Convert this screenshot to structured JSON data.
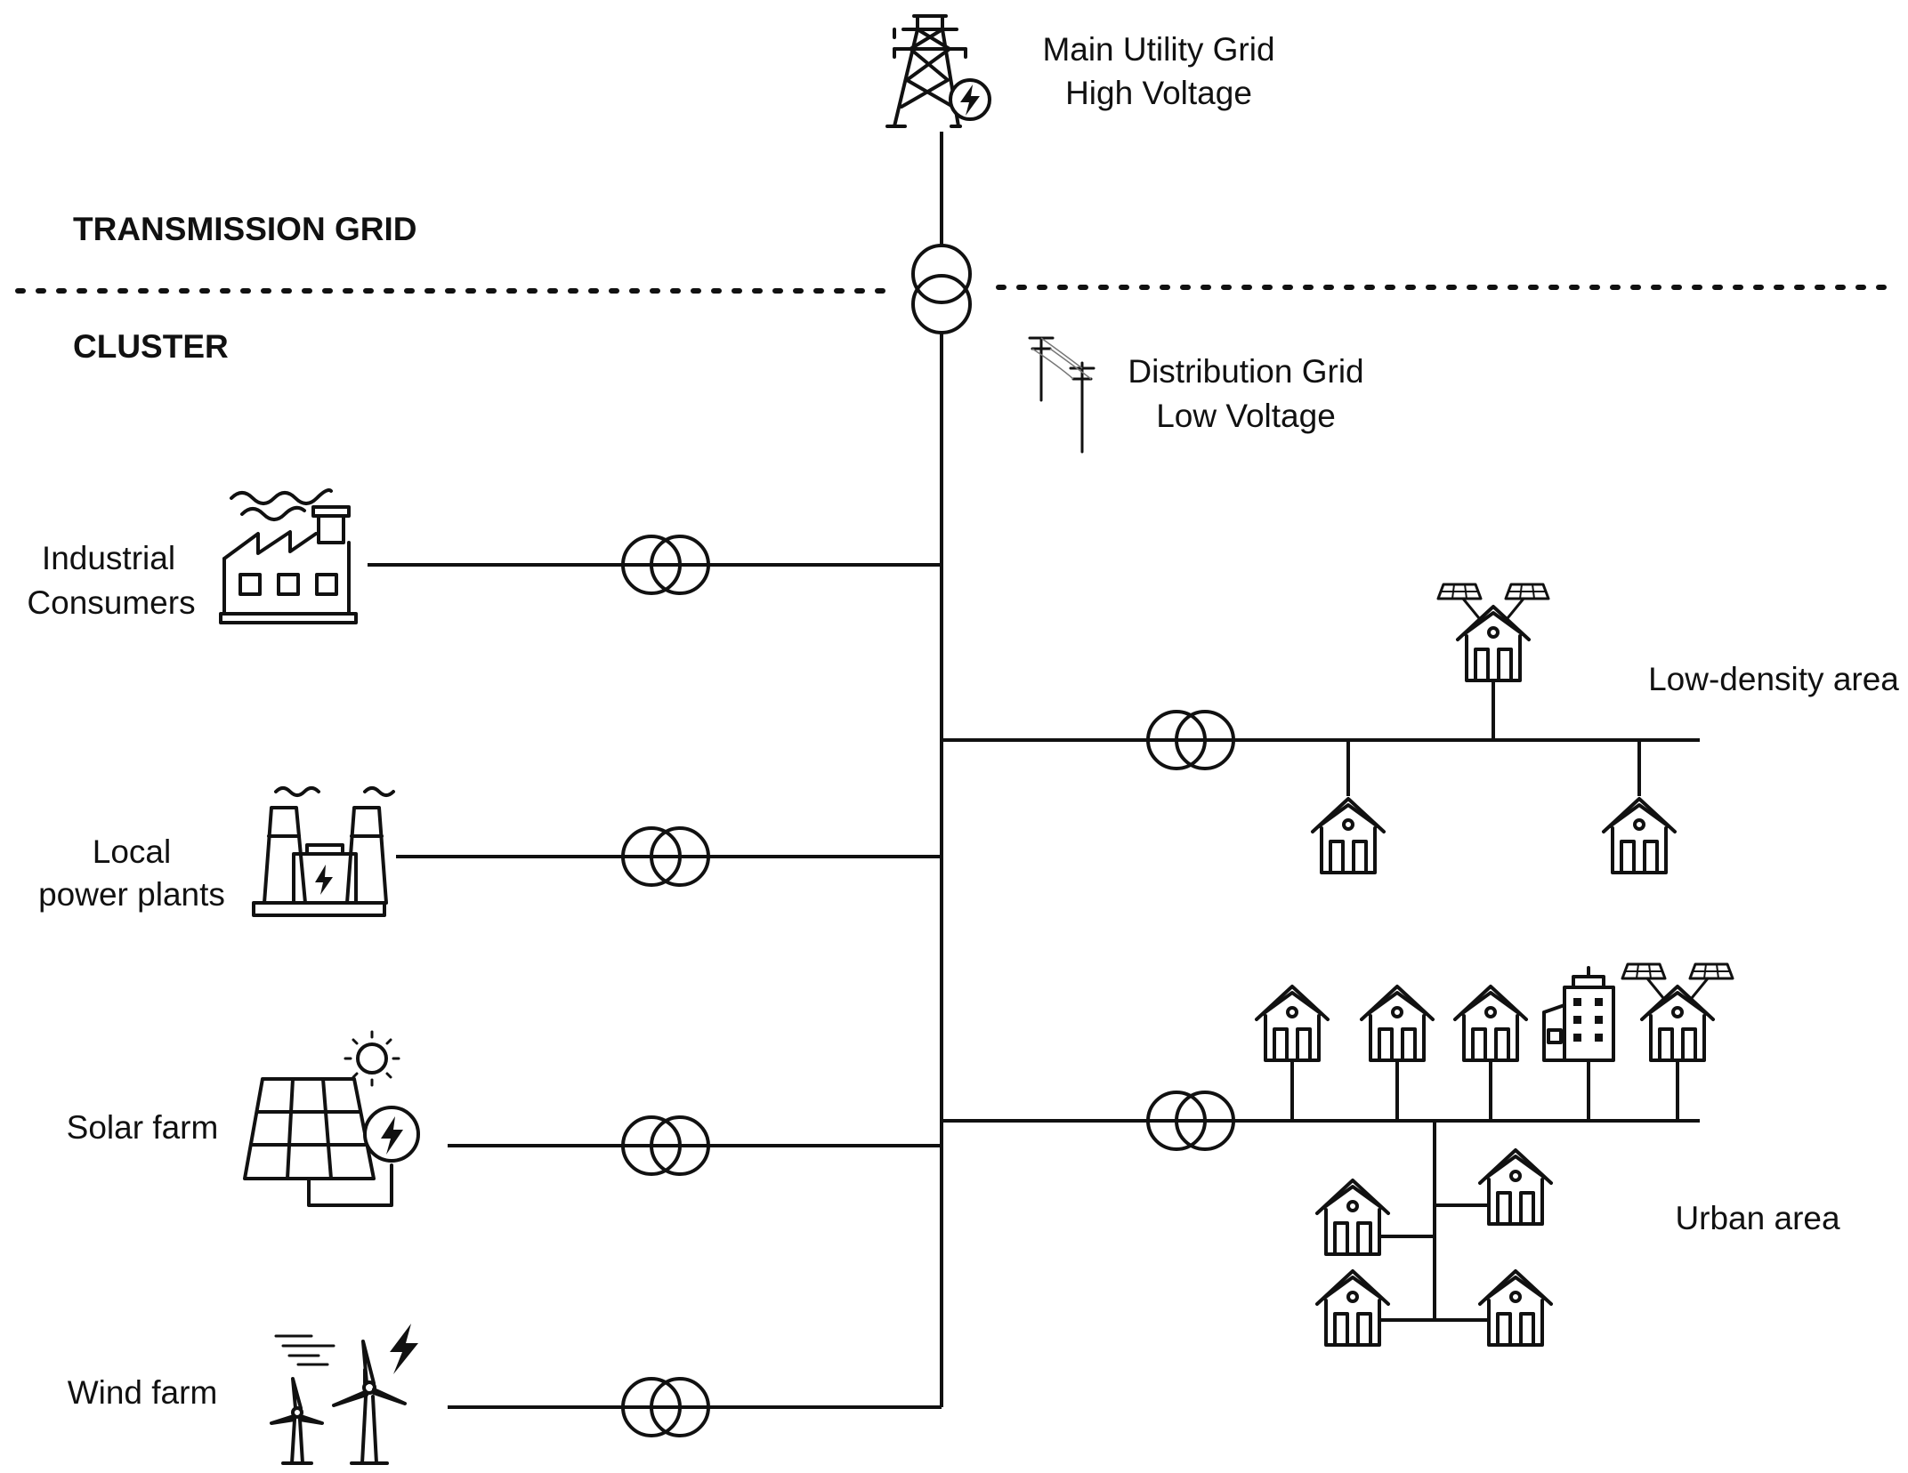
{
  "sections": {
    "transmission": "TRANSMISSION GRID",
    "cluster": "CLUSTER"
  },
  "grids": {
    "main_line1": "Main Utility Grid",
    "main_line2": "High Voltage",
    "dist_line1": "Distribution Grid",
    "dist_line2": "Low Voltage"
  },
  "sources": {
    "industrial_line1": "Industrial",
    "industrial_line2": "Consumers",
    "local_line1": "Local",
    "local_line2": "power plants",
    "solar": "Solar farm",
    "wind": "Wind farm"
  },
  "areas": {
    "low_density": "Low-density area",
    "urban": "Urban area"
  },
  "icons": {
    "tower": "transmission-tower-icon",
    "poles": "power-poles-icon",
    "factory": "factory-icon",
    "plant": "power-plant-icon",
    "solar": "solar-panel-icon",
    "wind": "wind-turbine-icon",
    "house": "house-icon",
    "building": "office-building-icon",
    "transformer": "transformer-icon"
  },
  "colors": {
    "line": "#111111",
    "background": "#ffffff"
  }
}
